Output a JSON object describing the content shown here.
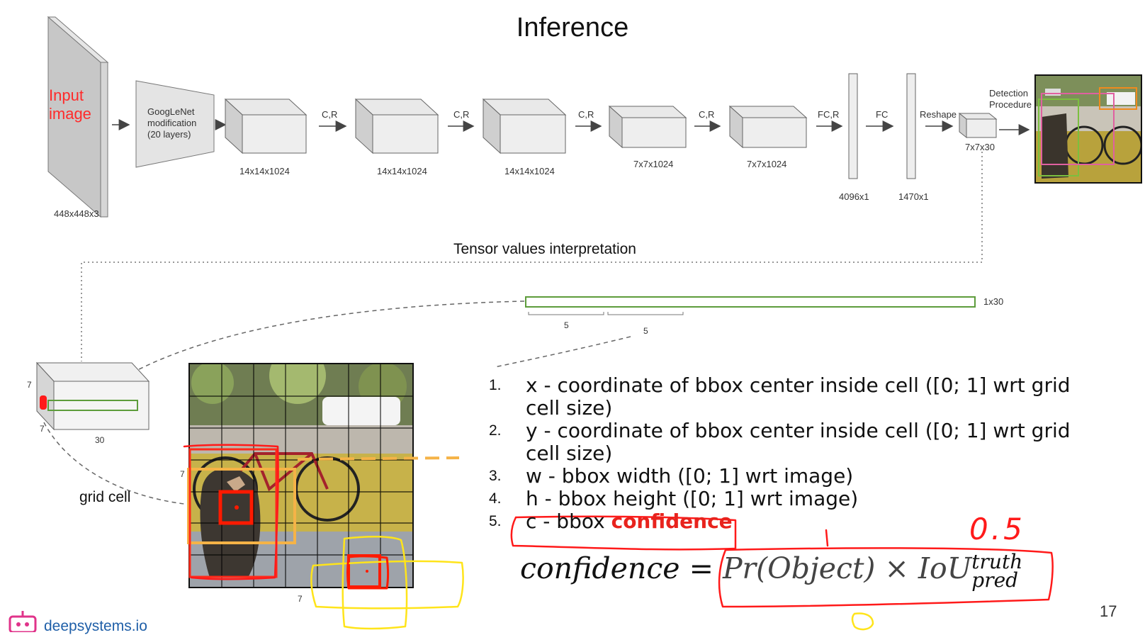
{
  "title": "Inference",
  "pipeline": {
    "input_label_line1": "Input",
    "input_label_line2": "image",
    "input_dims": "448x448x3",
    "googlenet_line1": "GoogLeNet",
    "googlenet_line2": "modification",
    "googlenet_line3": "(20 layers)",
    "blocks": [
      {
        "dims": "14x14x1024"
      },
      {
        "dims": "14x14x1024"
      },
      {
        "dims": "14x14x1024"
      },
      {
        "dims": "7x7x1024"
      },
      {
        "dims": "7x7x1024"
      }
    ],
    "arrow_labels": [
      "C,R",
      "C,R",
      "C,R",
      "C,R",
      "FC,R",
      "FC",
      "Reshape"
    ],
    "fc1_dims": "4096x1",
    "fc2_dims": "1470x1",
    "output_dims": "7x7x30",
    "detection_line1": "Detection",
    "detection_line2": "Procedure"
  },
  "tensor_section": {
    "title": "Tensor values interpretation",
    "vector_dims": "1x30",
    "brace1": "5",
    "brace2": "5",
    "cell_dim_top": "7",
    "cell_dim_side": "7",
    "cell_dim_depth": "30",
    "grid_cell_label": "grid cell",
    "grid_dim_left": "7",
    "grid_dim_bottom": "7"
  },
  "definitions": [
    {
      "num": "1.",
      "text": "x - coordinate of bbox center inside cell ([0; 1] wrt grid cell size)"
    },
    {
      "num": "2.",
      "text": "y - coordinate of bbox center inside cell ([0; 1] wrt grid cell size)"
    },
    {
      "num": "3.",
      "text": "w - bbox width ([0; 1] wrt image)"
    },
    {
      "num": "4.",
      "text": "h - bbox height ([0; 1] wrt image)"
    },
    {
      "num": "5.",
      "text": "c - bbox ",
      "emphasis": "confidence"
    }
  ],
  "formula": {
    "lhs": "confidence = ",
    "rhs": "Pr(Object) × IoU",
    "sup": "truth",
    "sub": "pred"
  },
  "annotation": "0.5",
  "footer": {
    "brand": "deepsystems.io",
    "page": "17"
  }
}
